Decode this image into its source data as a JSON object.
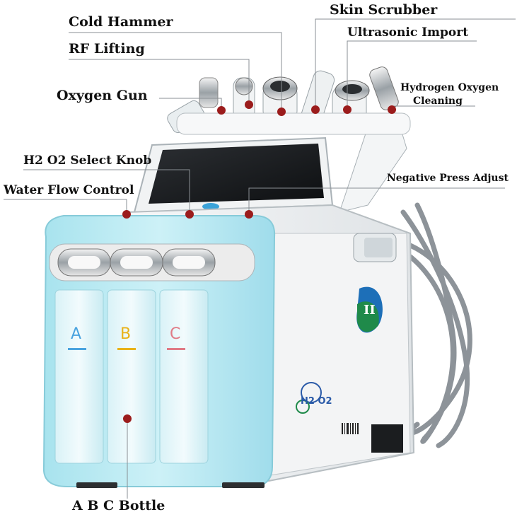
{
  "callouts": {
    "cold_hammer": "Cold Hammer",
    "rf_lifting": "RF Lifting",
    "oxygen_gun": "Oxygen Gun",
    "skin_scrubber": "Skin Scrubber",
    "ultrasonic_import": "Ultrasonic Import",
    "hydrogen_oxygen_cleaning_line1": "Hydrogen Oxygen",
    "hydrogen_oxygen_cleaning_line2": "Cleaning",
    "h2o2_select_knob": "H2 O2 Select Knob",
    "water_flow_control": "Water Flow Control",
    "negative_press_adjust": "Negative Press Adjust",
    "abc_bottle": "A B C Bottle"
  },
  "device": {
    "bottle_letters": [
      "A",
      "B",
      "C"
    ],
    "bottle_letter_colors": [
      "#4aa3df",
      "#e9b21a",
      "#e07a86"
    ],
    "side_badge": "II",
    "h2o2_mark": "H2 O2",
    "callout_dot_color": "#9b1c1c",
    "shell_color": "#bfe9f2"
  }
}
